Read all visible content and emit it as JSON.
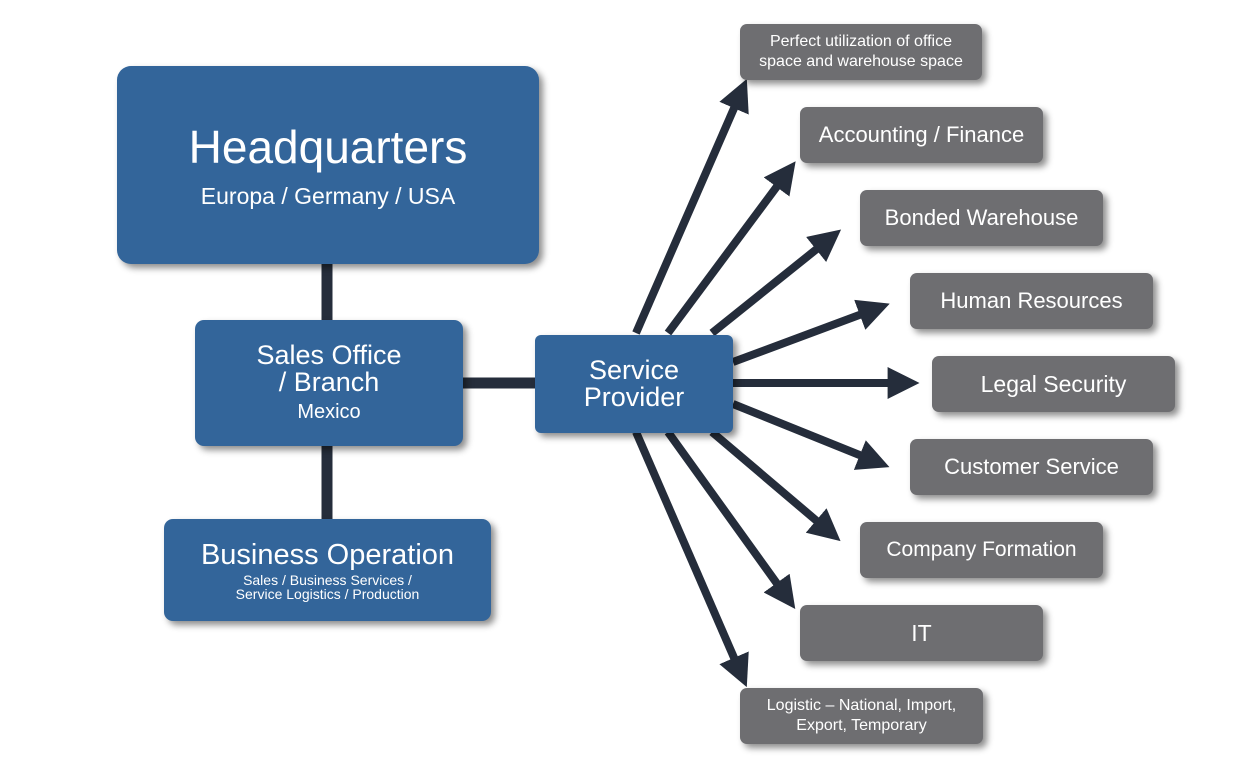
{
  "headquarters": {
    "title": "Headquarters",
    "subtitle": "Europa / Germany / USA"
  },
  "sales_office": {
    "line1": "Sales Office",
    "line2": "/ Branch",
    "line3": "Mexico"
  },
  "business_operation": {
    "title": "Business Operation",
    "line1": "Sales / Business Services /",
    "line2": "Service Logistics / Production"
  },
  "service_provider": {
    "line1": "Service",
    "line2": "Provider"
  },
  "services": [
    {
      "line1": "Perfect utilization of office",
      "line2": "space and warehouse space"
    },
    {
      "line1": "Accounting / Finance"
    },
    {
      "line1": "Bonded Warehouse"
    },
    {
      "line1": "Human Resources"
    },
    {
      "line1": "Legal Security"
    },
    {
      "line1": "Customer Service"
    },
    {
      "line1": "Company Formation"
    },
    {
      "line1": "IT"
    },
    {
      "line1": "Logistic – National, Import,",
      "line2": "Export, Temporary"
    }
  ],
  "colors": {
    "primary_box": "#33659a",
    "secondary_box": "#6e6e71",
    "connector": "#252d3b"
  }
}
